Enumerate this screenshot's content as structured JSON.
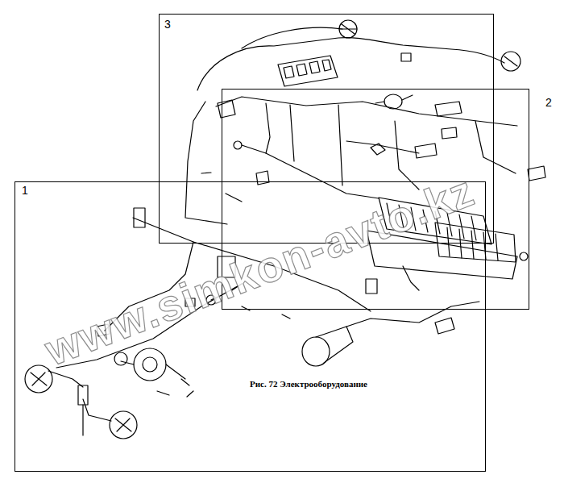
{
  "diagram": {
    "caption": "Рис. 72 Электрооборудование",
    "nodes": [
      {
        "text": [
          "3"
        ]
      },
      {
        "text": [
          "2"
        ]
      },
      {
        "text": [
          "1"
        ]
      }
    ],
    "labels": [
      "www.simkon-avto.kz"
    ]
  }
}
